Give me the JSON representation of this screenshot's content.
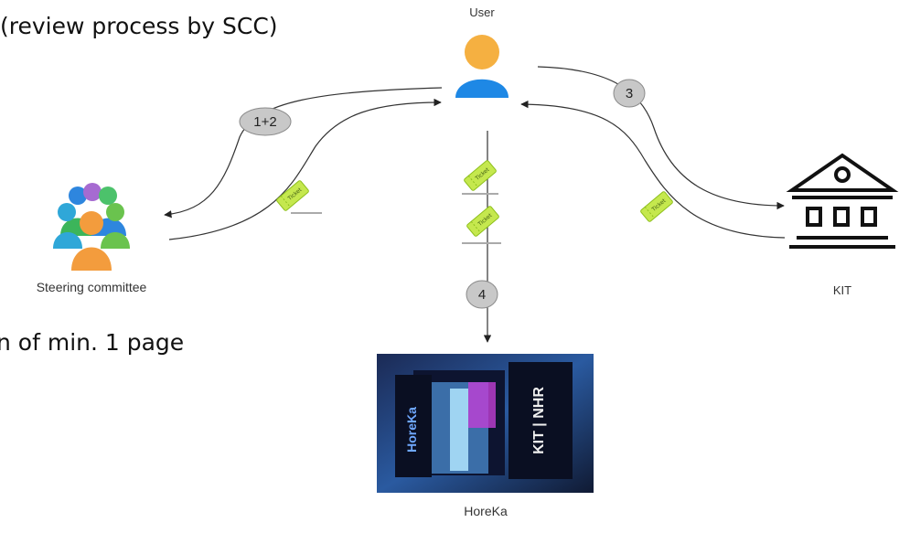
{
  "slide": {
    "fragment_top": "(review process by SCC)",
    "fragment_mid": "n of min. 1 page"
  },
  "nodes": {
    "user": {
      "label": "User",
      "icon": "user-icon"
    },
    "committee": {
      "label": "Steering committee",
      "icon": "group-icon"
    },
    "kit": {
      "label": "KIT",
      "icon": "institution-building-icon"
    },
    "horeka": {
      "label": "HoreKa",
      "icon": "supercomputer-photo",
      "photo_text_left": "HoreKa",
      "photo_text_right": "KIT | NHR"
    }
  },
  "steps": {
    "s12": "1+2",
    "s3": "3",
    "s4": "4"
  },
  "ticket_text": "Ticket",
  "colors": {
    "user_head": "#f5b041",
    "user_body": "#1e88e5",
    "ticket_fill": "#c5e84e",
    "ticket_stroke": "#8dbf1c",
    "step_fill": "#c8c8c8",
    "arrow": "#333333"
  }
}
